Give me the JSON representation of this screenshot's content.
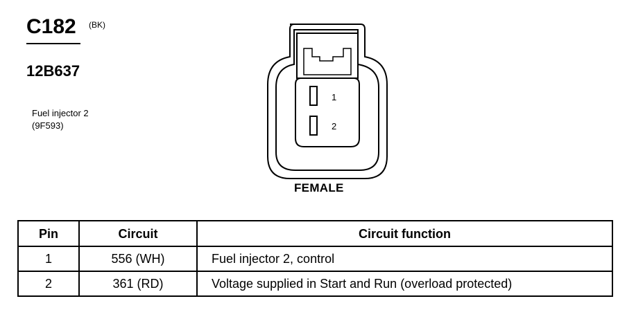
{
  "connector": {
    "id": "C182",
    "color": "(BK)",
    "part_number": "12B637",
    "description": "Fuel injector 2",
    "component_code": "(9F593)",
    "gender": "FEMALE"
  },
  "diagram": {
    "pin_labels": [
      "1",
      "2"
    ]
  },
  "table": {
    "headers": [
      "Pin",
      "Circuit",
      "Circuit function"
    ],
    "rows": [
      {
        "pin": "1",
        "circuit": "556 (WH)",
        "function": "Fuel injector 2, control"
      },
      {
        "pin": "2",
        "circuit": "361 (RD)",
        "function": "Voltage supplied in Start and Run (overload protected)"
      }
    ]
  }
}
